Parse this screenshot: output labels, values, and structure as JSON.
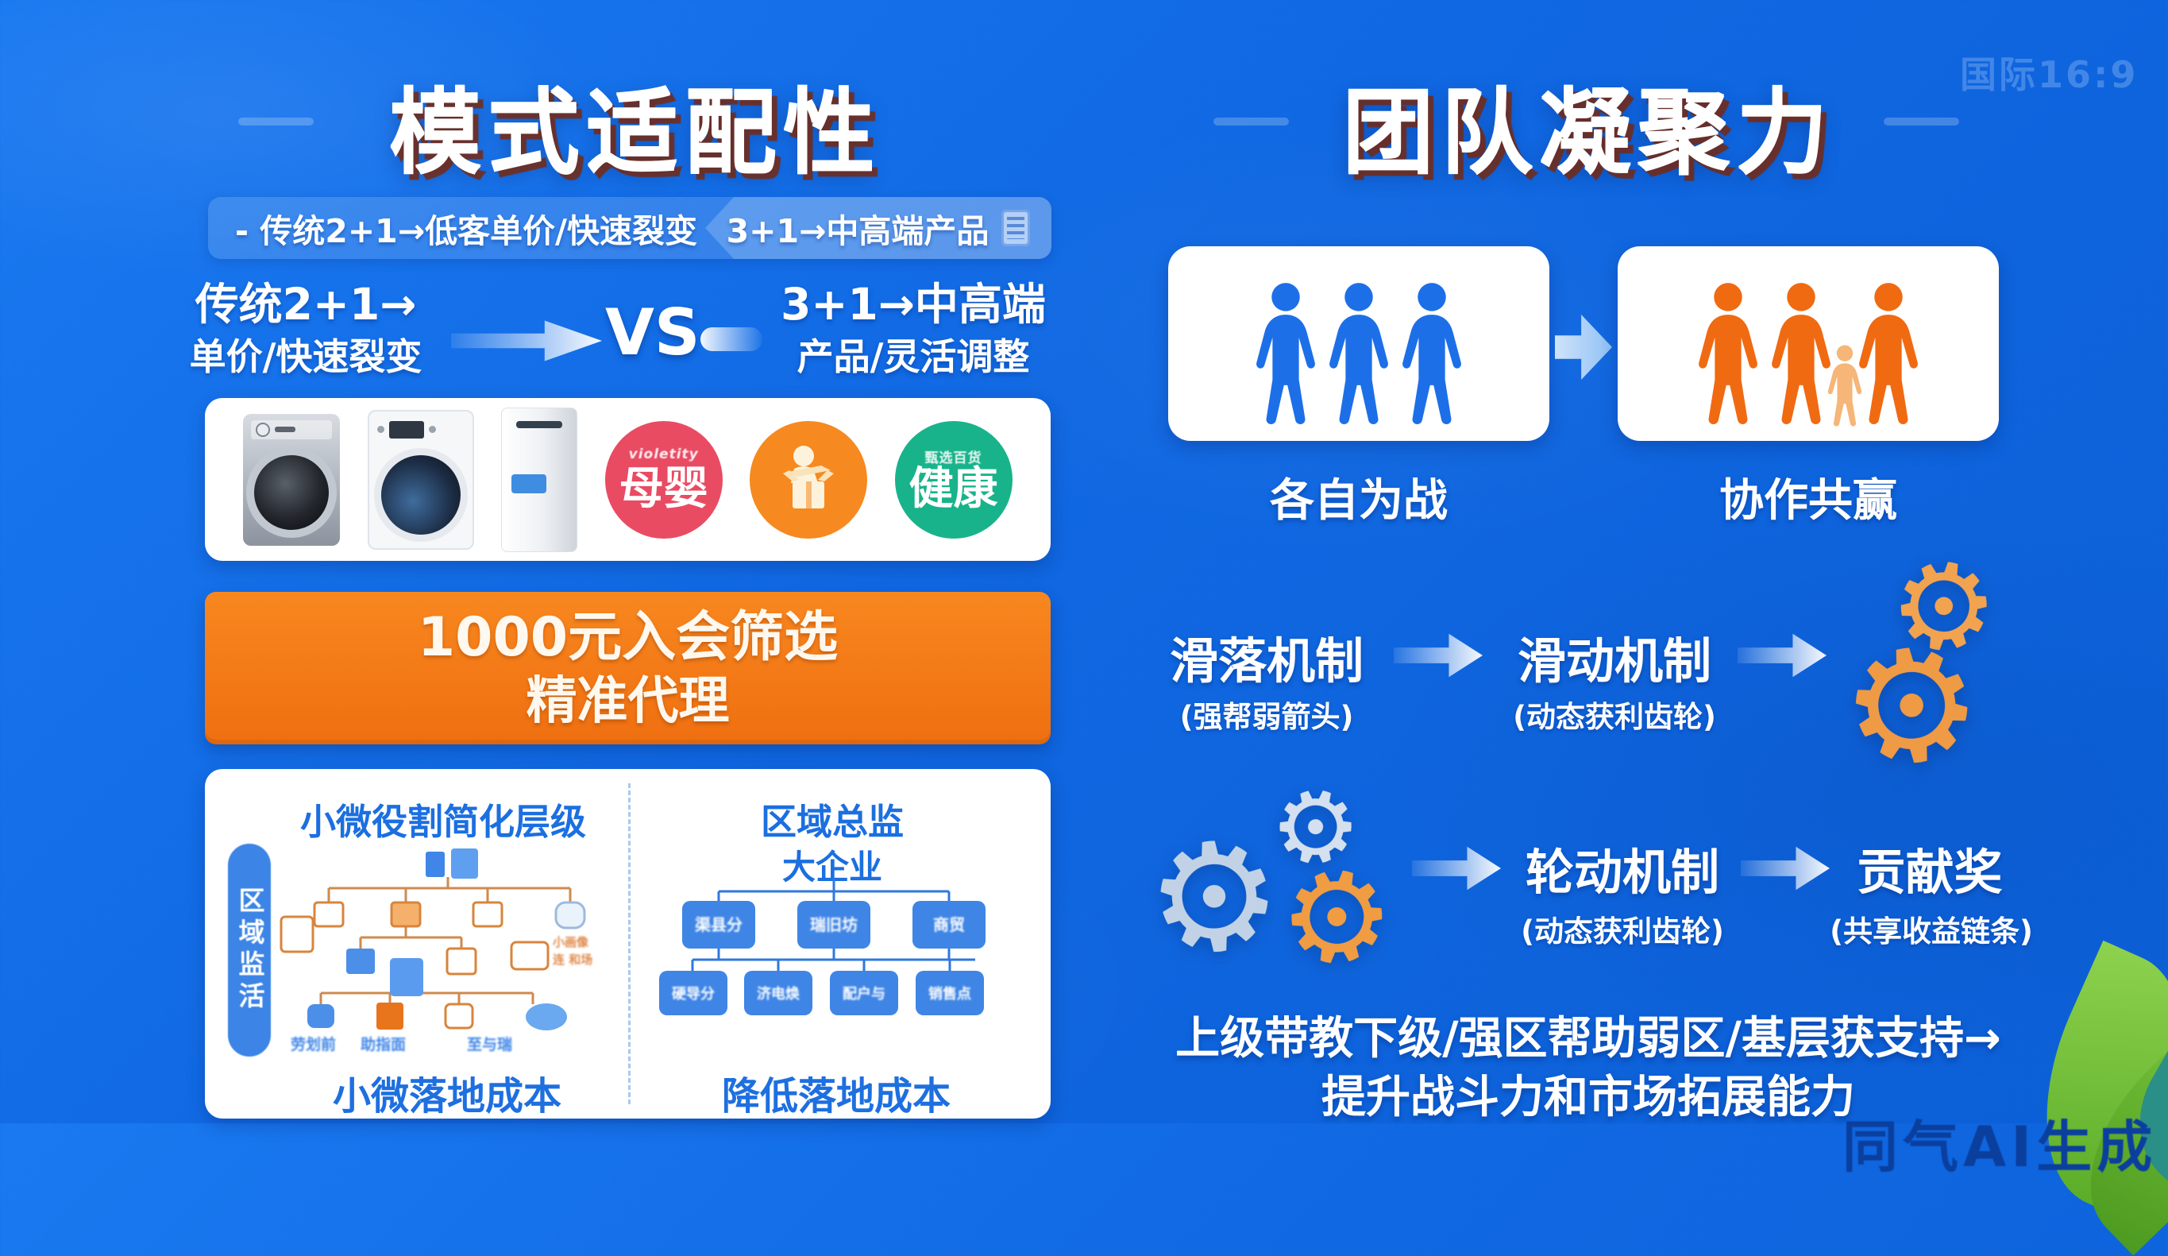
{
  "page": {
    "watermark_top_right": "国际16:9",
    "watermark_bottom_right": "同气AI生成",
    "colors": {
      "background": "#1068e2",
      "accent_orange": "#f4791c",
      "text_blue": "#1b6fe0",
      "person_blue": "#1d6fe8",
      "person_orange": "#f06a12",
      "gear_orange": "#f09c45",
      "gear_gray": "#c9d7e8",
      "circle_red": "#e94b63",
      "circle_orange": "#f6891f",
      "circle_green": "#18b38a",
      "leaf_green": "#6fbf3a"
    }
  },
  "left_panel": {
    "title": "模式适配性",
    "banner": {
      "left_text": "- 传统2+1→低客单价/快速裂变",
      "right_text": "3+1→中高端产品"
    },
    "vs": {
      "left_line1": "传统2+1→",
      "left_line2": "单价/快速裂变",
      "label": "VS",
      "right_line1": "3+1→中高端",
      "right_line2": "产品/灵活调整"
    },
    "products": {
      "circle_red_tiny": "violetity",
      "circle_red_label": "母婴",
      "circle_green_tiny": "甄选百货",
      "circle_green_label": "健康"
    },
    "offer": {
      "line1": "1000元入会筛选",
      "line2": "精准代理"
    },
    "structure": {
      "left_title": "小微役割简化层级",
      "right_title": "区域总监",
      "side_pill": "区域监活",
      "left_caption": "小微落地成本",
      "right_caption": "降低落地成本",
      "left_tree_labels": [
        "劳划前",
        "助指面",
        "至与瑞"
      ],
      "left_tree_note1": "小画像",
      "left_tree_note2": "连 和场",
      "right_root": "大企业",
      "right_row1": [
        "渠县分",
        "瑞旧坊",
        "商贸"
      ],
      "right_row2": [
        "硬导分",
        "济电焕",
        "配户与",
        "销售点"
      ]
    }
  },
  "right_panel": {
    "title": "团队凝聚力",
    "compare": {
      "left_caption": "各自为战",
      "right_caption": "协作共赢"
    },
    "mech": {
      "m1_title": "滑落机制",
      "m1_sub": "(强帮弱箭头)",
      "m2_title": "滑动机制",
      "m2_sub": "(动态获利齿轮)",
      "m3_title": "轮动机制",
      "m3_sub": "(动态获利齿轮)",
      "m4_title": "贡献奖",
      "m4_sub": "(共享收益链条)"
    },
    "bottom_line1": "上级带教下级/强区帮助弱区/基层获支持→",
    "bottom_line2": "提升战斗力和市场拓展能力"
  }
}
